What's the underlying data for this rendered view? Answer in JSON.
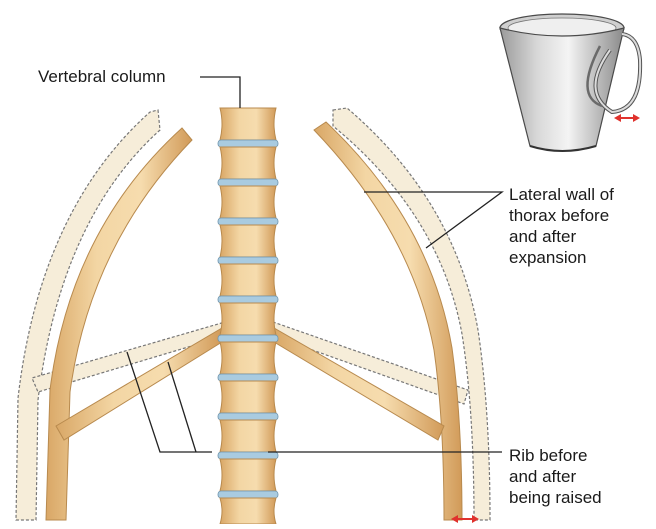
{
  "labels": {
    "vertebral_column": "Vertebral column",
    "lateral_wall": [
      "Lateral wall of",
      "thorax before",
      "and after",
      "expansion"
    ],
    "rib": [
      "Rib before",
      "and after",
      "being raised"
    ]
  },
  "colors": {
    "bone": "#e8bf82",
    "bone_edge": "#b88a4e",
    "disc": "#a9cbe0",
    "dashed_outline": "#777777",
    "dashed_fill": "#f6edd9",
    "leader_line": "#222222",
    "arrow": "#e0322d",
    "bucket_light": "#e9e9e9",
    "bucket_dark": "#8c8c8c"
  },
  "icons": [
    "bucket-handle-icon",
    "double-headed-arrow-icon"
  ]
}
